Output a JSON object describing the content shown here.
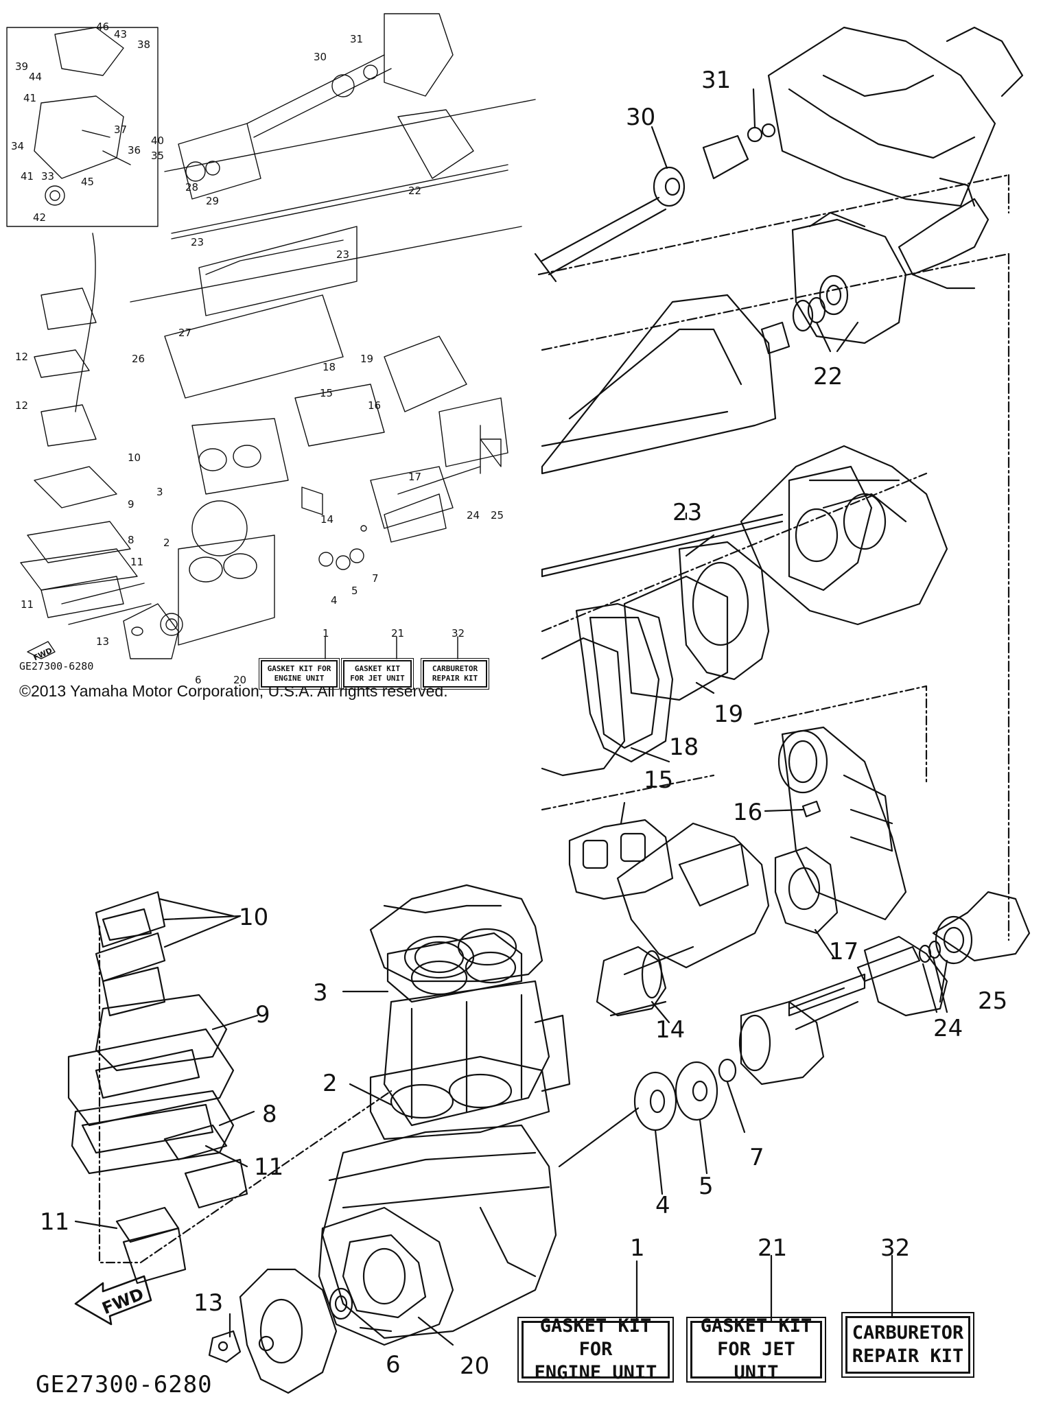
{
  "drawing_code": "GE27300-6280",
  "copyright": "©2013 Yamaha Motor Corporation, U.S.A. All rights reserved.",
  "fwd_label": "FWD",
  "kits": [
    {
      "number": "1",
      "line1": "GASKET KIT FOR",
      "line2": "ENGINE UNIT"
    },
    {
      "number": "21",
      "line1": "GASKET KIT",
      "line2": "FOR JET UNIT"
    },
    {
      "number": "32",
      "line1": "CARBURETOR",
      "line2": "REPAIR KIT"
    }
  ],
  "thumbnail_callouts": [
    "46",
    "43",
    "38",
    "39",
    "44",
    "41",
    "37",
    "40",
    "34",
    "36",
    "35",
    "41",
    "33",
    "45",
    "42",
    "31",
    "30",
    "28",
    "29",
    "22",
    "23",
    "23",
    "26",
    "27",
    "12",
    "12",
    "10",
    "9",
    "8",
    "11",
    "11",
    "3",
    "2",
    "4",
    "5",
    "7",
    "15",
    "16",
    "17",
    "18",
    "19",
    "14",
    "24",
    "25",
    "13",
    "6",
    "20"
  ],
  "large_callouts": [
    "31",
    "30",
    "22",
    "23",
    "19",
    "18",
    "15",
    "16",
    "17",
    "25",
    "24",
    "14",
    "10",
    "3",
    "9",
    "8",
    "11",
    "11",
    "2",
    "4",
    "5",
    "7",
    "13",
    "6",
    "20"
  ]
}
